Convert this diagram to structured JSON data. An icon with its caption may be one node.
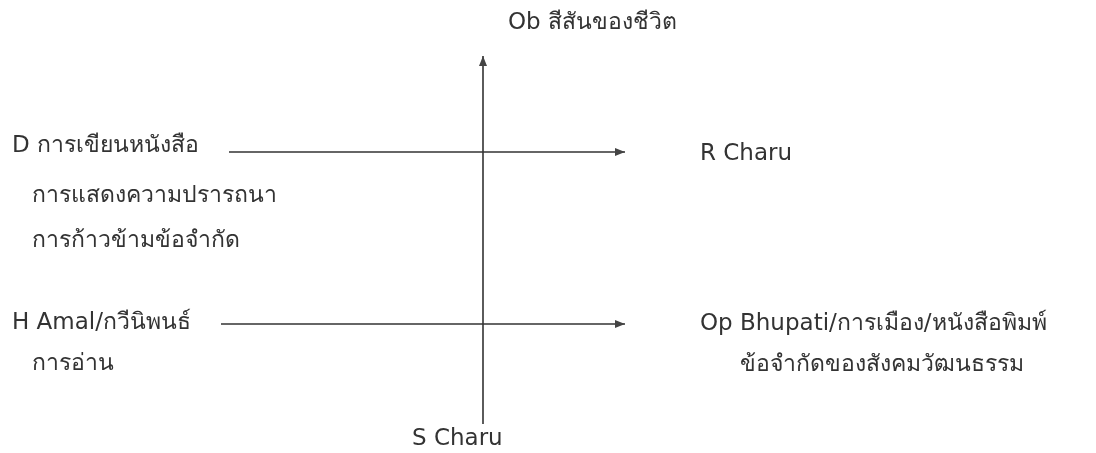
{
  "diagram": {
    "nodes": [
      {
        "text": [
          "Ob สีสันของชีวิต"
        ]
      },
      {
        "text": [
          "D การเขียนหนังสือ",
          "การแสดงความปรารถนา",
          "การก้าวข้ามข้อจำกัด"
        ]
      },
      {
        "text": [
          "R Charu"
        ]
      },
      {
        "text": [
          "H Amal/กวีนิพนธ์",
          "การอ่าน"
        ]
      },
      {
        "text": [
          "Op Bhupati/การเมือง/หนังสือพิมพ์",
          "ข้อจำกัดของสังคมวัฒนธรรม"
        ]
      },
      {
        "text": [
          "S Charu"
        ]
      }
    ],
    "edges": [
      {
        "from": 5,
        "to": 0,
        "arrow": "to"
      },
      {
        "from": 1,
        "to": 2,
        "arrow": "to"
      },
      {
        "from": 3,
        "to": 4,
        "arrow": "to"
      }
    ]
  }
}
